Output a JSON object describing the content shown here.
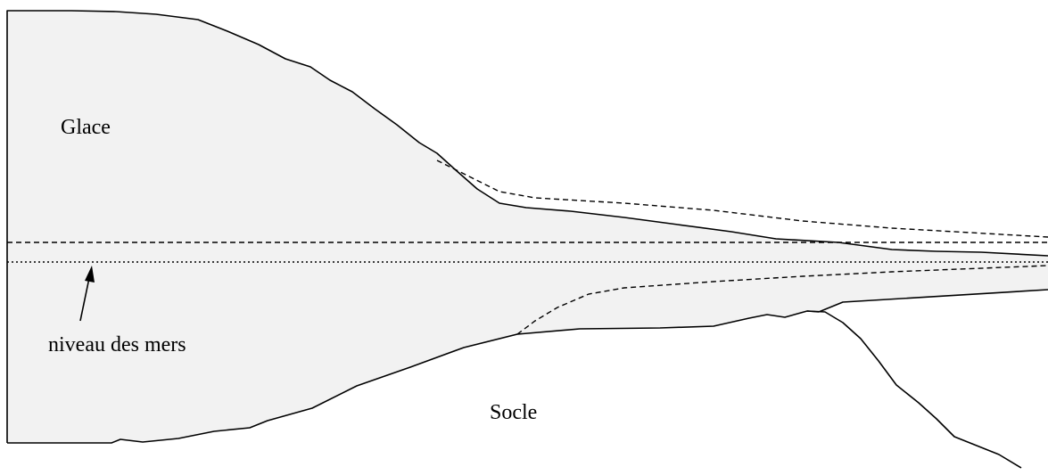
{
  "labels": {
    "ice": "Glace",
    "sea_level": "niveau des mers",
    "bedrock": "Socle"
  },
  "colors": {
    "ice_fill": "#f2f2f2",
    "stroke": "#000000",
    "background": "#ffffff"
  }
}
